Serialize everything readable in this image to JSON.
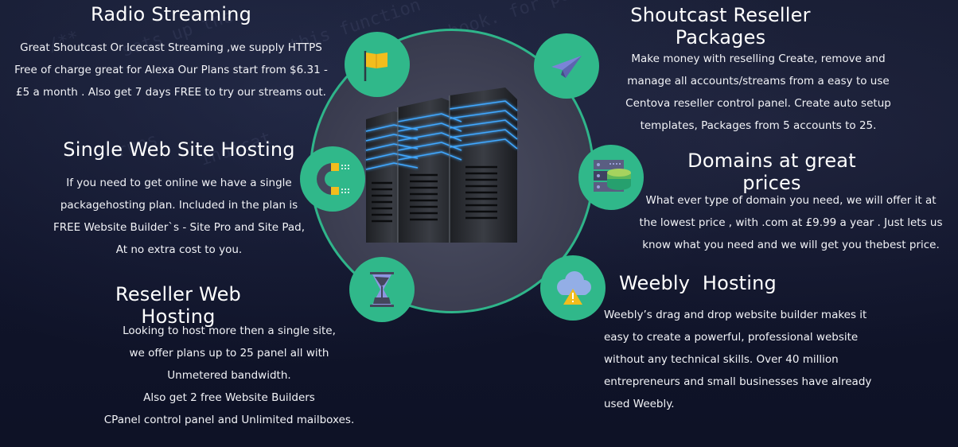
{
  "background_decor": [
    "/** ",
    "sets up the",
    "this function",
    "book. for post",
    "indicat",
    "* runs",
    "function"
  ],
  "colors": {
    "accent": "#30b88a",
    "background": "#11152a",
    "text": "#ffffff",
    "icon_yellow": "#f2bd1d",
    "icon_purple": "#7b84d8"
  },
  "services": {
    "radio": {
      "title": "Radio Streaming",
      "icon": "flag-icon",
      "lines": [
        "Great Shoutcast Or Icecast Streaming  ,we supply HTTPS",
        "Free of charge great for Alexa Our Plans start from $6.31 -",
        "£5 a month . Also get 7 days FREE to try our streams out."
      ]
    },
    "single": {
      "title": "Single Web Site Hosting",
      "icon": "magnet-icon",
      "lines": [
        "If you need to get online we have a single",
        "packagehosting plan. Included in the plan is",
        "FREE Website Builder`s - Site Pro and Site Pad,",
        "At no extra cost to you."
      ]
    },
    "reseller": {
      "title": "Reseller Web Hosting",
      "icon": "hourglass-icon",
      "lines": [
        "Looking to host more then a single site,",
        "we offer plans up to 25 panel all with",
        "Unmetered bandwidth.",
        "Also get 2 free Website Builders",
        "CPanel control panel and Unlimited mailboxes."
      ]
    },
    "shoutcast": {
      "title": "Shoutcast Reseller Packages",
      "icon": "paper-plane-icon",
      "lines": [
        "Make money with reselling Create, remove and",
        "manage all accounts/streams from a easy to use",
        "Centova reseller control panel. Create auto setup",
        "templates, Packages from 5 accounts to 25."
      ]
    },
    "domains": {
      "title": "Domains at great prices",
      "icon": "database-server-icon",
      "lines": [
        "What ever type of domain you need, we will offer it at",
        "the lowest price , with .com at £9.99 a year . Just lets us",
        "know what you need and we will get you thebest price."
      ]
    },
    "weebly": {
      "title": "Weebly  Hosting",
      "icon": "cloud-warning-icon",
      "lines": [
        "Weebly’s drag and drop website builder makes it",
        "easy to create a powerful, professional website",
        "without any technical skills. Over 40 million",
        "entrepreneurs and small businesses have already",
        "used Weebly."
      ]
    }
  }
}
